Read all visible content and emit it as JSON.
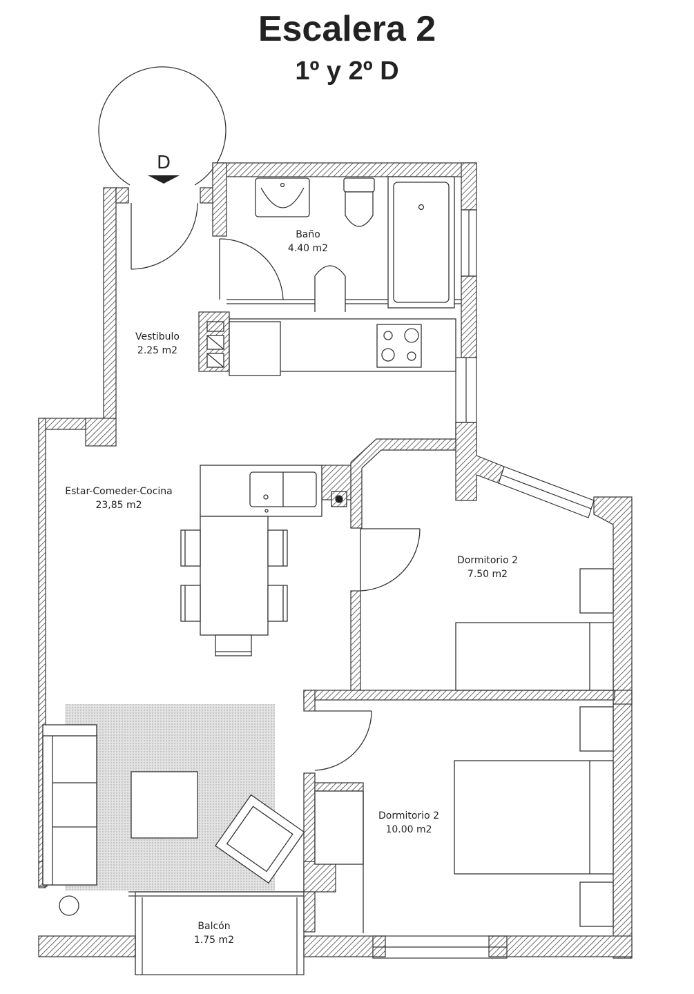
{
  "header": {
    "title": "Escalera 2",
    "subtitle": "1º y 2º D"
  },
  "entrance_marker": "D",
  "rooms": {
    "bano": {
      "name": "Baño",
      "area": "4.40 m2"
    },
    "vestibulo": {
      "name": "Vestibulo",
      "area": "2.25 m2"
    },
    "estar": {
      "name": "Estar-Comeder-Cocina",
      "area": "23,85 m2"
    },
    "dormitorio_a": {
      "name": "Dormitorio 2",
      "area": "7.50 m2"
    },
    "dormitorio_b": {
      "name": "Dormitorio 2",
      "area": "10.00 m2"
    },
    "balcon": {
      "name": "Balcón",
      "area": "1.75 m2"
    }
  },
  "colors": {
    "wall": "#4a4a4a",
    "hatch": "#444444",
    "rug": "#d9d9d9",
    "line": "#333333"
  }
}
